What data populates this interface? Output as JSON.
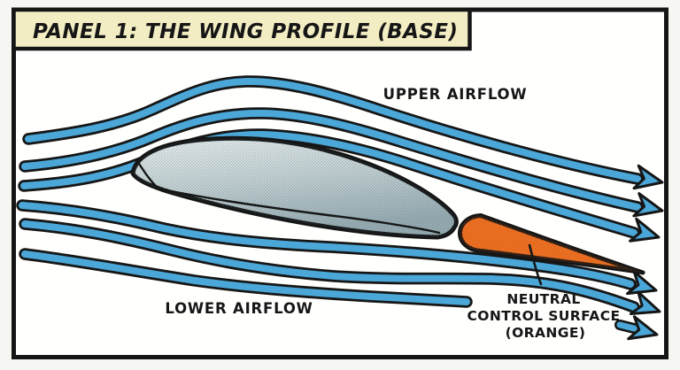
{
  "panel": {
    "title": "PANEL 1: THE WING PROFILE (BASE)"
  },
  "labels": {
    "upper_airflow": "UPPER AIRFLOW",
    "lower_airflow": "LOWER AIRFLOW",
    "control_surface_line1": "NEUTRAL",
    "control_surface_line2": "CONTROL SURFACE",
    "control_surface_line3": "(ORANGE)"
  },
  "colors": {
    "page_bg": "#F6F6F3",
    "panel_bg": "#FFFFFE",
    "ink": "#161616",
    "title_box_bg": "#F3EDC3",
    "streamline_blue": "#4BA7D7",
    "flap_orange": "#EF7125",
    "airfoil_light": "#F3F8F8",
    "airfoil_mid": "#CDD9DB",
    "airfoil_dark": "#9EB2B8",
    "halftone_gray": "#36535C",
    "halftone_orange": "#C2560C"
  }
}
